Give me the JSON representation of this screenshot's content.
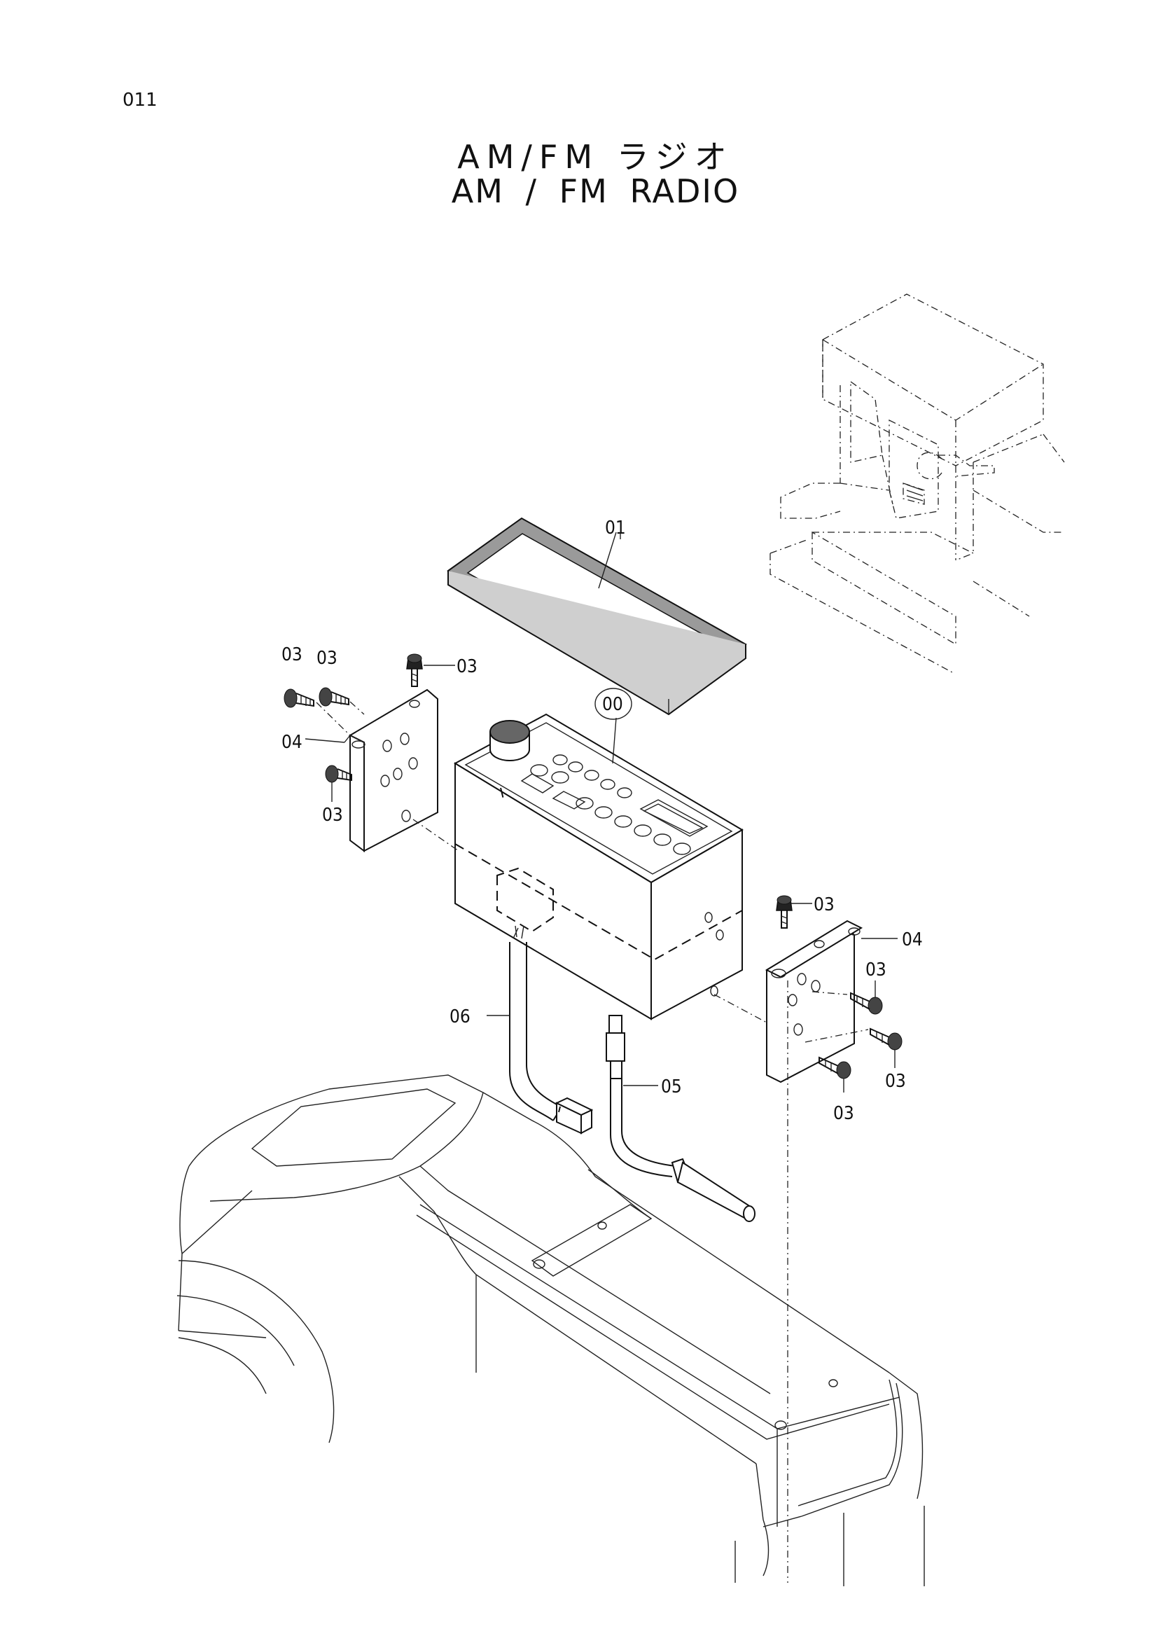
{
  "page_number": "011",
  "title_jp": "AM/FM ラジオ",
  "title_en": "AM / FM   RADIO",
  "callouts": {
    "c00": "00",
    "c01": "01",
    "c03_a": "03",
    "c03_b": "03",
    "c03_c": "03",
    "c03_d": "03",
    "c03_e": "03",
    "c03_f": "03",
    "c03_g": "03",
    "c03_h": "03",
    "c04_left": "04",
    "c04_right": "04",
    "c05": "05",
    "c06": "06"
  }
}
